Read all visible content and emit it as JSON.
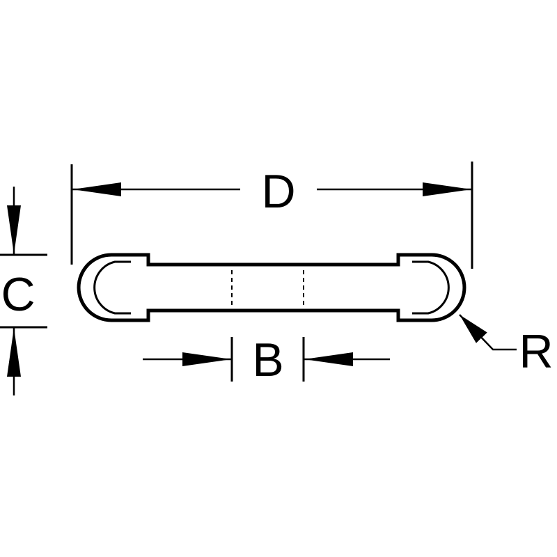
{
  "diagram": {
    "labels": {
      "overall_length": "D",
      "thickness": "C",
      "opening_width": "B",
      "radius": "R"
    },
    "colors": {
      "line": "#000000",
      "background": "#ffffff"
    }
  }
}
